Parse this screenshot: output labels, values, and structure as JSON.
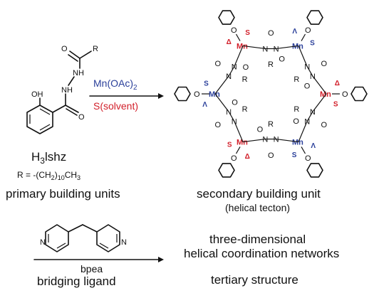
{
  "reagents": {
    "metal_salt": "Mn(OAc)",
    "metal_salt_sub": "2",
    "solvent": "S(solvent)",
    "ligand_name": "H",
    "ligand_name_sub": "3",
    "ligand_name_rest": "lshz",
    "r_definition": "R = -(CH",
    "r_sub1": "2",
    "r_mid": ")",
    "r_sub2": "10",
    "r_end": "CH",
    "r_sub3": "3",
    "bridge_abbrev": "bpea",
    "bridge_label": "bridging ligand"
  },
  "atoms": {
    "oh": "OH",
    "o": "O",
    "n": "N",
    "r": "R",
    "h": "H",
    "mn": "Mn",
    "s": "S",
    "delta": "Δ",
    "lambda": "Λ"
  },
  "labels": {
    "primary": "primary building units",
    "secondary": "secondary building unit",
    "secondary_sub": "(helical tecton)",
    "tertiary_line1": "three-dimensional",
    "tertiary_line2": "helical coordination networks",
    "tertiary_line3": "tertiary structure"
  },
  "colors": {
    "red": "#d21f2a",
    "blue": "#2a3f9a"
  },
  "ring": {
    "metals": [
      {
        "s": "S",
        "chir": "Δ",
        "color": "red"
      },
      {
        "s": "S",
        "chir": "Λ",
        "color": "blue"
      },
      {
        "s": "S",
        "chir": "Δ",
        "color": "red"
      },
      {
        "s": "S",
        "chir": "Λ",
        "color": "blue"
      },
      {
        "s": "S",
        "chir": "Δ",
        "color": "red"
      },
      {
        "s": "S",
        "chir": "Λ",
        "color": "blue"
      }
    ]
  }
}
